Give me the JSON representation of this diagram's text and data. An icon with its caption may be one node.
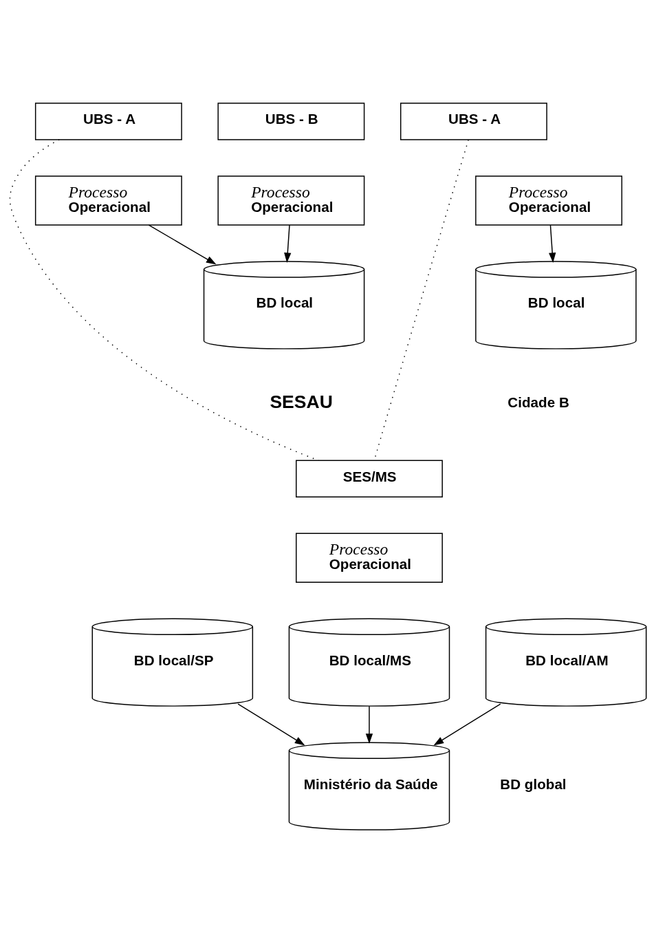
{
  "diagram": {
    "nodes": [
      {
        "text": [
          "UBS - A"
        ]
      },
      {
        "text": [
          "UBS - B"
        ]
      },
      {
        "text": [
          "UBS - A"
        ]
      },
      {
        "text": [
          "Processo",
          "Operacional"
        ]
      },
      {
        "text": [
          "Processo",
          "Operacional"
        ]
      },
      {
        "text": [
          "Processo",
          "Operacional"
        ]
      },
      {
        "text": [
          "BD local"
        ]
      },
      {
        "text": [
          "BD local"
        ]
      },
      {
        "text": [
          "SES/MS"
        ]
      },
      {
        "text": [
          "Processo",
          "Operacional"
        ]
      },
      {
        "text": [
          "BD local/SP"
        ]
      },
      {
        "text": [
          "BD local/MS"
        ]
      },
      {
        "text": [
          "BD local/AM"
        ]
      },
      {
        "text": [
          "Ministério da Saúde"
        ],
        "beside": [
          "BD global"
        ]
      }
    ],
    "edges": [
      {
        "from": 3,
        "to": 6,
        "arrow": "to"
      },
      {
        "from": 4,
        "to": 6,
        "arrow": "to"
      },
      {
        "from": 5,
        "to": 7,
        "arrow": "to"
      },
      {
        "from": 0,
        "to": 8,
        "arrow": "none",
        "style": "dashed"
      },
      {
        "from": 2,
        "to": 8,
        "arrow": "none",
        "style": "dashed"
      },
      {
        "from": 10,
        "to": 13,
        "arrow": "to"
      },
      {
        "from": 11,
        "to": 13,
        "arrow": "to"
      },
      {
        "from": 12,
        "to": 13,
        "arrow": "to"
      }
    ],
    "labels": [
      "SESAU",
      "Cidade B"
    ]
  }
}
